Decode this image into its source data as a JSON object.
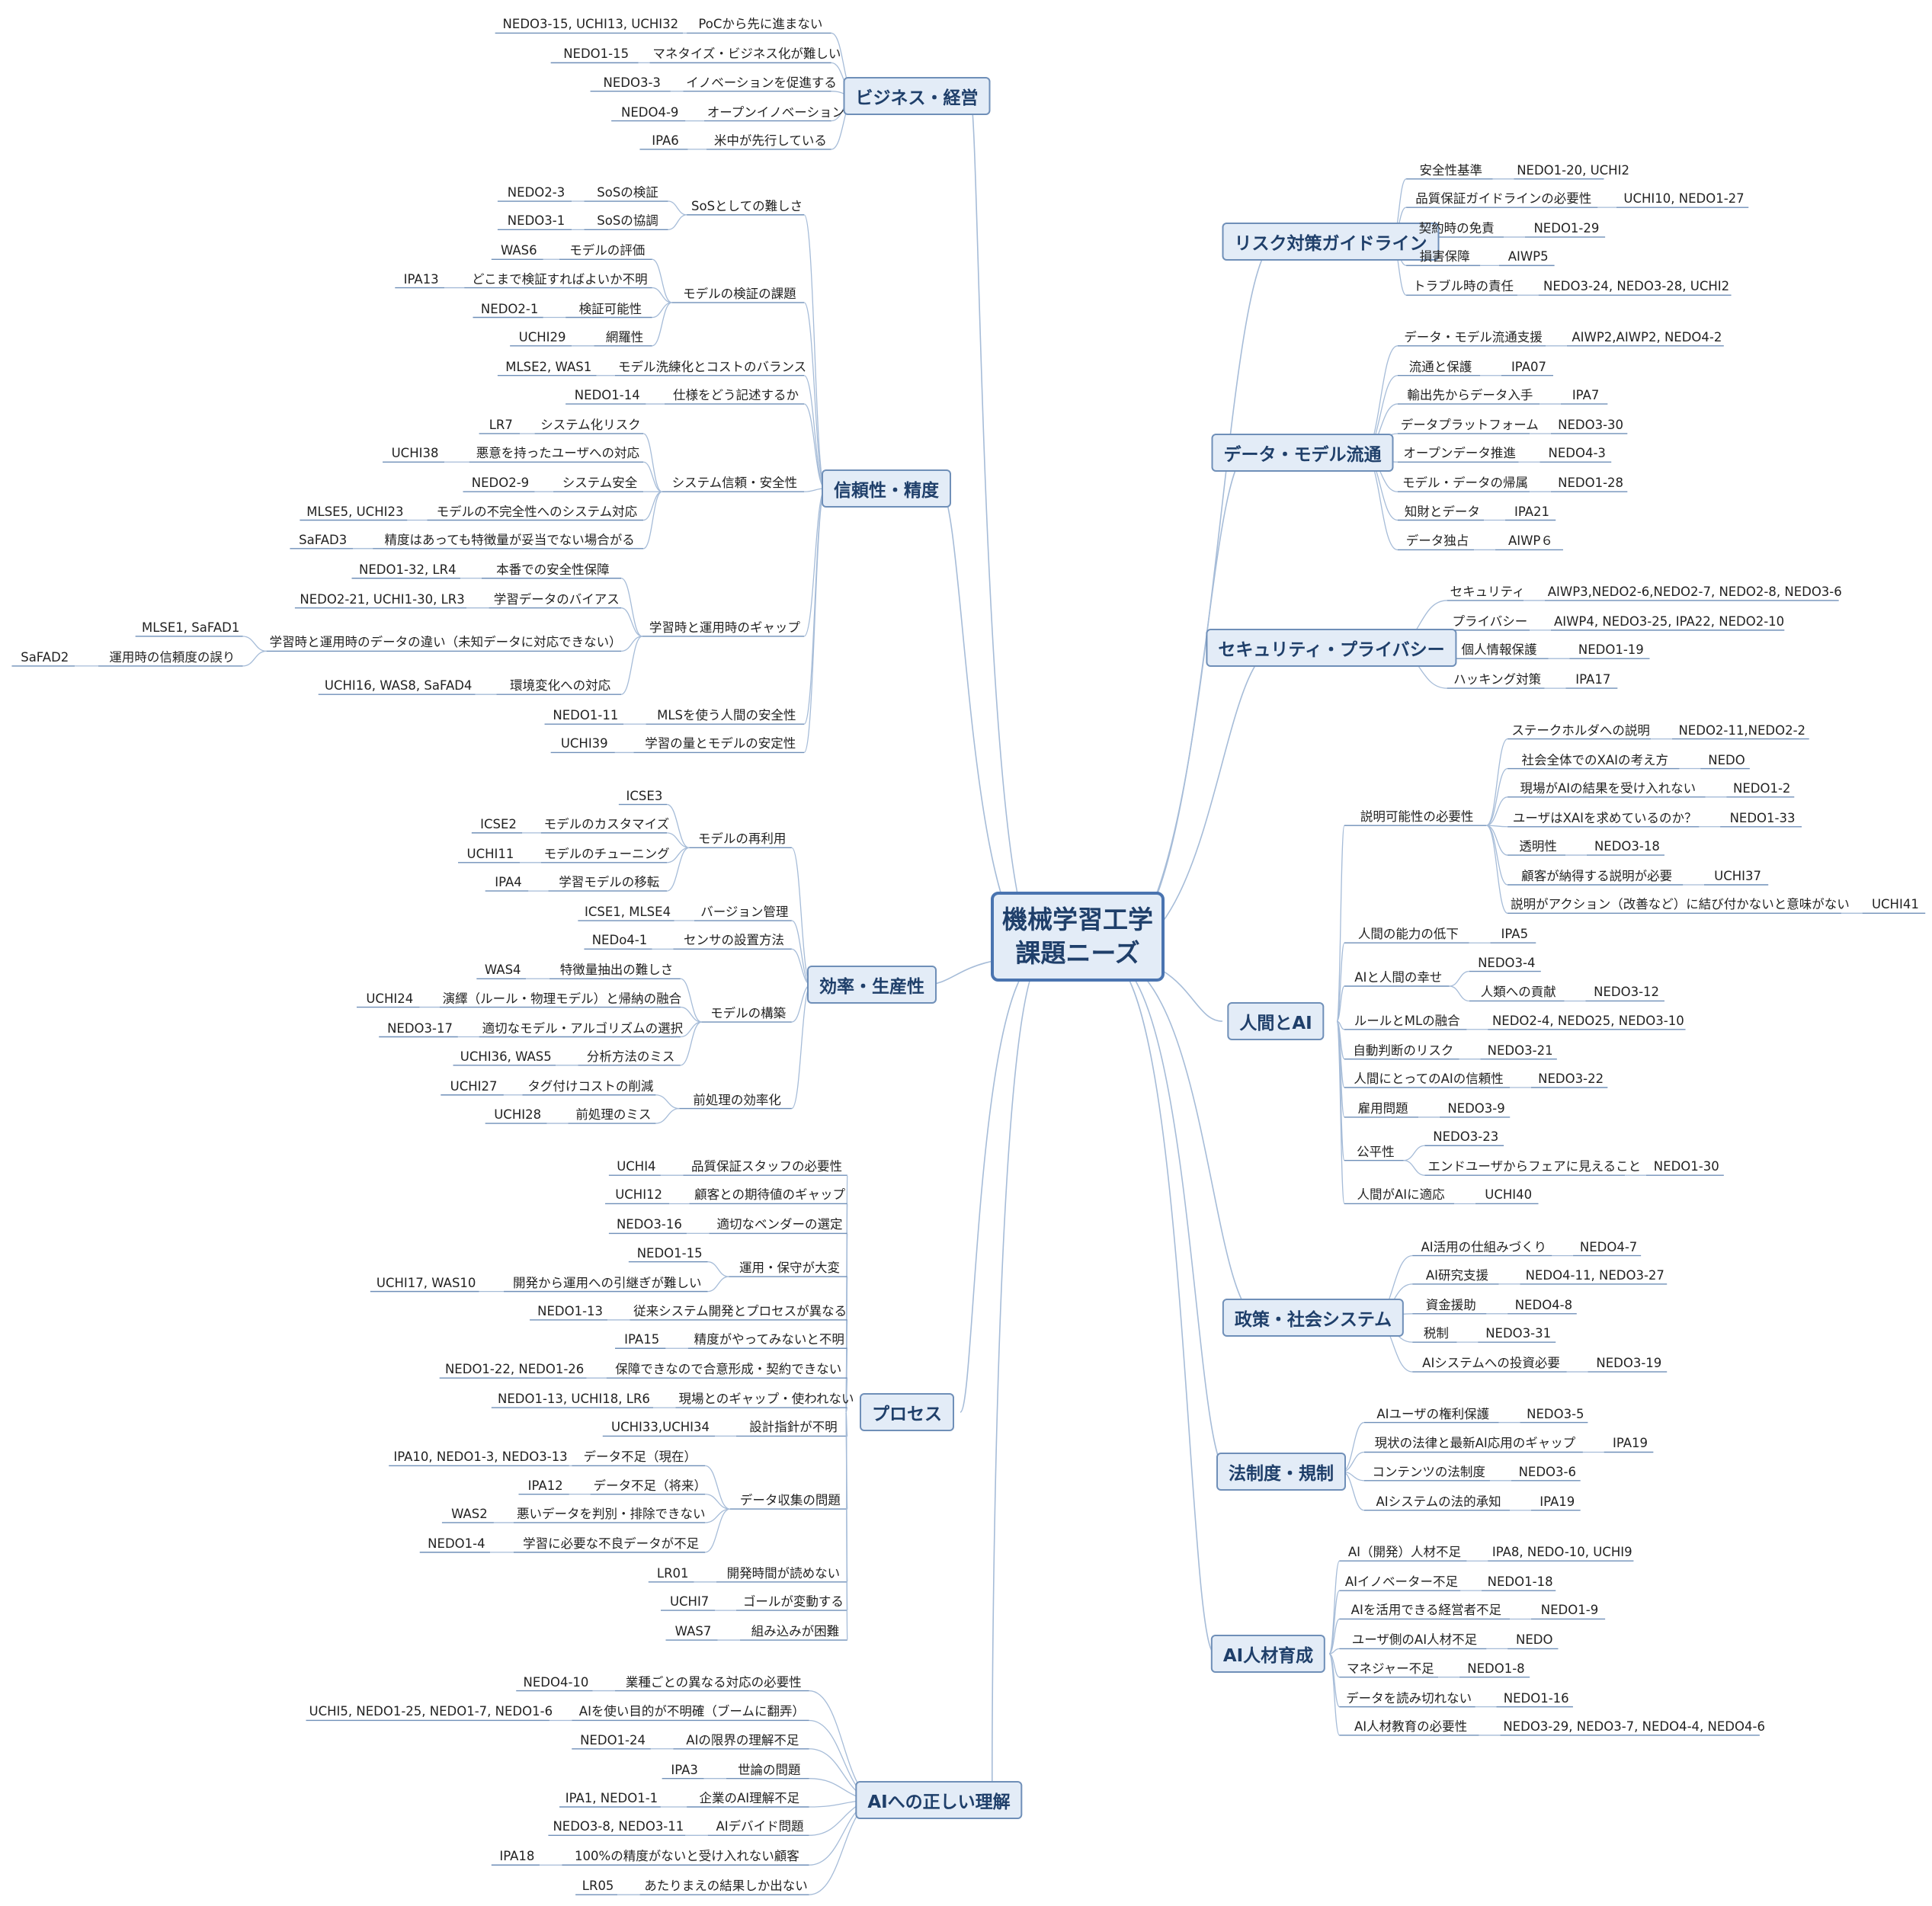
{
  "central_topic": {
    "line1": "機械学習工学",
    "line2": "課題ニーズ"
  },
  "branches": [
    {
      "label": "ビジネス・経営",
      "nodes": [
        "PoCから先に進まない",
        "NEDO3-15, UCHI13, UCHI32",
        "マネタイズ・ビジネス化が難しい",
        "NEDO1-15",
        "イノベーションを促進する",
        "NEDO3-3",
        "オープンイノベーション",
        "NEDO4-9",
        "米中が先行している",
        "IPA6"
      ]
    },
    {
      "label": "信頼性・精度",
      "nodes": [
        "SoSとしての難しさ",
        "SoSの検証",
        "NEDO2-3",
        "SoSの協調",
        "NEDO3-1",
        "モデルの検証の課題",
        "モデルの評価",
        "WAS6",
        "どこまで検証すればよいか不明",
        "IPA13",
        "検証可能性",
        "NEDO2-1",
        "網羅性",
        "UCHI29",
        "モデル洗練化とコストのバランス",
        "MLSE2, WAS1",
        "仕様をどう記述するか",
        "NEDO1-14",
        "システム信頼・安全性",
        "システム化リスク",
        "LR7",
        "悪意を持ったユーザへの対応",
        "UCHI38",
        "システム安全",
        "NEDO2-9",
        "モデルの不完全性へのシステム対応",
        "MLSE5, UCHI23",
        "精度はあっても特徴量が妥当でない場合がる",
        "SaFAD3",
        "学習時と運用時のギャップ",
        "本番での安全性保障",
        "NEDO1-32, LR4",
        "学習データのバイアス",
        "NEDO2-21, UCHI1-30, LR3",
        "学習時と運用時のデータの違い（未知データに対応できない）",
        "MLSE1, SaFAD1",
        "運用時の信頼度の誤り",
        "SaFAD2",
        "環境変化への対応",
        "UCHI16, WAS8, SaFAD4",
        "MLSを使う人間の安全性",
        "NEDO1-11",
        "学習の量とモデルの安定性",
        "UCHI39"
      ]
    },
    {
      "label": "効率・生産性",
      "nodes": [
        "モデルの再利用",
        "ICSE3",
        "モデルのカスタマイズ",
        "ICSE2",
        "モデルのチューニング",
        "UCHI11",
        "学習モデルの移転",
        "IPA4",
        "バージョン管理",
        "ICSE1, MLSE4",
        "センサの設置方法",
        "NEDo4-1",
        "モデルの構築",
        "特徴量抽出の難しさ",
        "WAS4",
        "演繹（ルール・物理モデル）と帰納の融合",
        "UCHI24",
        "適切なモデル・アルゴリズムの選択",
        "NEDO3-17",
        "分析方法のミス",
        "UCHI36, WAS5",
        "前処理の効率化",
        "タグ付けコストの削減",
        "UCHI27",
        "前処理のミス",
        "UCHI28"
      ]
    },
    {
      "label": "プロセス",
      "nodes": [
        "品質保証スタッフの必要性",
        "UCHI4",
        "顧客との期待値のギャップ",
        "UCHI12",
        "適切なベンダーの選定",
        "NEDO3-16",
        "運用・保守が大変",
        "NEDO1-15",
        "開発から運用への引継ぎが難しい",
        "UCHI17, WAS10",
        "従来システム開発とプロセスが異なる",
        "NEDO1-13",
        "精度がやってみないと不明",
        "IPA15",
        "保障できなので合意形成・契約できない",
        "NEDO1-22, NEDO1-26",
        "現場とのギャップ・使われない",
        "NEDO1-13, UCHI18, LR6",
        "設計指針が不明",
        "UCHI33,UCHI34",
        "データ収集の問題",
        "データ不足（現在）",
        "IPA10, NEDO1-3, NEDO3-13",
        "データ不足（将来）",
        "IPA12",
        "悪いデータを判別・排除できない",
        "WAS2",
        "学習に必要な不良データが不足",
        "NEDO1-4",
        "開発時間が読めない",
        "LR01",
        "ゴールが変動する",
        "UCHI7",
        "組み込みが困難",
        "WAS7"
      ]
    },
    {
      "label": "AIへの正しい理解",
      "nodes": [
        "業種ごとの異なる対応の必要性",
        "NEDO4-10",
        "AIを使い目的が不明確（ブームに翻弄）",
        "UCHI5, NEDO1-25, NEDO1-7, NEDO1-6",
        "AIの限界の理解不足",
        "NEDO1-24",
        "世論の問題",
        "IPA3",
        "企業のAI理解不足",
        "IPA1, NEDO1-1",
        "AIデバイド問題",
        "NEDO3-8, NEDO3-11",
        "100%の精度がないと受け入れない顧客",
        "IPA18",
        "あたりまえの結果しか出ない",
        "LR05"
      ]
    },
    {
      "label": "リスク対策ガイドライン",
      "nodes": [
        "安全性基準",
        "NEDO1-20, UCHI2",
        "品質保証ガイドラインの必要性",
        "UCHI10, NEDO1-27",
        "契約時の免責",
        "NEDO1-29",
        "損害保障",
        "AIWP5",
        "トラブル時の責任",
        "NEDO3-24, NEDO3-28, UCHI2"
      ]
    },
    {
      "label": "データ・モデル流通",
      "nodes": [
        "データ・モデル流通支援",
        "AIWP2,AIWP2, NEDO4-2",
        "流通と保護",
        "IPA07",
        "輸出先からデータ入手",
        "IPA7",
        "データプラットフォーム",
        "NEDO3-30",
        "オープンデータ推進",
        "NEDO4-3",
        "モデル・データの帰属",
        "NEDO1-28",
        "知財とデータ",
        "IPA21",
        "データ独占",
        "AIWP６"
      ]
    },
    {
      "label": "セキュリティ・プライバシー",
      "nodes": [
        "セキュリティ",
        "AIWP3,NEDO2-6,NEDO2-7, NEDO2-8, NEDO3-6",
        "プライバシー",
        "AIWP4, NEDO3-25, IPA22, NEDO2-10",
        "個人情報保護",
        "NEDO1-19",
        "ハッキング対策",
        "IPA17"
      ]
    },
    {
      "label": "人間とAI",
      "nodes": [
        "説明可能性の必要性",
        "ステークホルダへの説明",
        "NEDO2-11,NEDO2-2",
        "社会全体でのXAIの考え方",
        "NEDO",
        "現場がAIの結果を受け入れない",
        "NEDO1-2",
        "ユーザはXAIを求めているのか？",
        "NEDO1-33",
        "透明性",
        "NEDO3-18",
        "顧客が納得する説明が必要",
        "UCHI37",
        "説明がアクション（改善など）に結び付かないと意味がない",
        "UCHI41",
        "人間の能力の低下",
        "IPA5",
        "AIと人間の幸せ",
        "NEDO3-4",
        "人類への貢献",
        "NEDO3-12",
        "ルールとMLの融合",
        "NEDO2-4, NEDO25, NEDO3-10",
        "自動判断のリスク",
        "NEDO3-21",
        "人間にとってのAIの信頼性",
        "NEDO3-22",
        "雇用問題",
        "NEDO3-9",
        "公平性",
        "NEDO3-23",
        "エンドユーザからフェアに見えること",
        "NEDO1-30",
        "人間がAIに適応",
        "UCHI40"
      ]
    },
    {
      "label": "政策・社会システム",
      "nodes": [
        "AI活用の仕組みづくり",
        "NEDO4-7",
        "AI研究支援",
        "NEDO4-11, NEDO3-27",
        "資金援助",
        "NEDO4-8",
        "税制",
        "NEDO3-31",
        "AIシステムへの投資必要",
        "NEDO3-19"
      ]
    },
    {
      "label": "法制度・規制",
      "nodes": [
        "AIユーザの権利保護",
        "NEDO3-5",
        "現状の法律と最新AI応用のギャップ",
        "IPA19",
        "コンテンツの法制度",
        "NEDO3-6",
        "AIシステムの法的承知",
        "IPA19"
      ]
    },
    {
      "label": "AI人材育成",
      "nodes": [
        "AI（開発）人材不足",
        "IPA8, NEDO-10, UCHI9",
        "AIイノベーター不足",
        "NEDO1-18",
        "AIを活用できる経営者不足",
        "NEDO1-9",
        "ユーザ側のAI人材不足",
        "NEDO",
        "マネジャー不足",
        "NEDO1-8",
        "データを読み切れない",
        "NEDO1-16",
        "AI人材教育の必要性",
        "NEDO3-29, NEDO3-7, NEDO4-4, NEDO4-6"
      ]
    }
  ]
}
